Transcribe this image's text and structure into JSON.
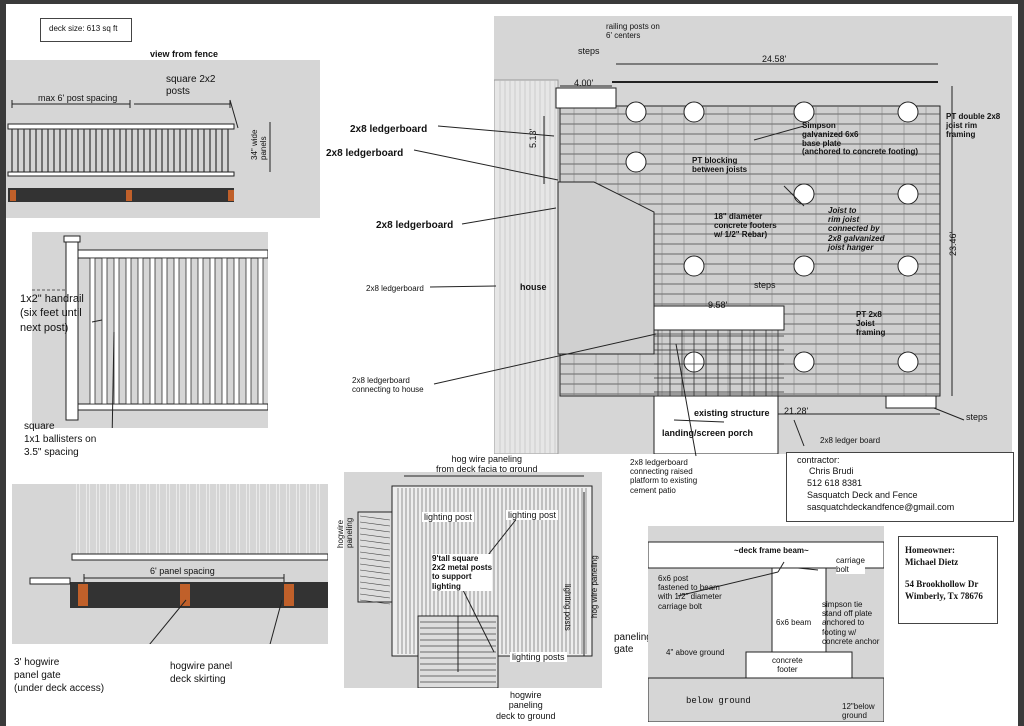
{
  "deck_size": "deck size: 613 sq ft",
  "fence": {
    "title": "view from fence",
    "post_spacing": "max 6' post spacing",
    "posts_label": "square 2x2\nposts",
    "panel_height": "34\" wide\npanels"
  },
  "handrail": {
    "label": "1x2\" handrail\n(six feet until\nnext post)",
    "ballisters": "square\n1x1 ballisters on\n3.5\" spacing"
  },
  "gate": {
    "spacing": "6' panel spacing",
    "gate_label": "3' hogwire\npanel gate\n(under deck access)",
    "skirting": "hogwire panel\ndeck skirting"
  },
  "plan": {
    "railing_posts": "railing posts on\n6' centers",
    "steps_top": "steps",
    "dim_400": "4.00'",
    "dim_2458": "24.58'",
    "dim_513": "5.13'",
    "dim_2346": "23.46'",
    "dim_958": "9.58'",
    "dim_2128": "21.28'",
    "pt_rim": "PT double 2x8\njoist rim\nframing",
    "simpson_plate": "Simpson\ngalvanized 6x6\nbase plate\n(anchored to concrete footing)",
    "pt_blocking": "PT blocking\nbetween joists",
    "footers": "18\" diameter\nconcrete footers\nw/ 1/2\" Rebar)",
    "joist_hanger": "Joist to\nrim joist\nconnected by\n2x8 galvanized\njoist hanger",
    "steps_mid": "steps",
    "pt_joist": "PT 2x8\nJoist\nframing",
    "house": "house",
    "existing": "existing structure",
    "landing": "landing/screen porch",
    "steps_right": "steps",
    "ledger_board": "2x8 ledger board"
  },
  "ledgers": {
    "l1": "2x8 ledgerboard",
    "l2": "2x8 ledgerboard",
    "l3": "2x8 ledgerboard",
    "l4": "2x8 ledgerboard",
    "l5": "2x8 ledgerboard\nconnecting to house",
    "raised": "2x8 ledgerboard\nconnecting raised\nplatform to existing\ncement patio"
  },
  "contractor": {
    "heading": "contractor:",
    "name": "Chris Brudi",
    "phone": "512 618 8381",
    "company": "Sasquatch Deck and Fence",
    "email": "sasquatchdeckandfence@gmail.com"
  },
  "homeowner": {
    "heading": "Homeowner:",
    "name": "Michael Dietz",
    "address1": "54 Brookhollow Dr",
    "address2": "Wimberly, Tx 78676"
  },
  "perspective": {
    "hog_top": "hog wire paneling\nfrom deck facia to ground",
    "hog_left": "hogwire\npaneling",
    "lighting_post_1": "lighting post",
    "lighting_post_2": "lighting post",
    "lighting_posts_side": "lighting posts",
    "hog_right": "hog wire paneling",
    "metal_posts": "9'tall square\n2x2 metal posts\nto support\nlighting",
    "lighting_posts_bottom": "lighting posts",
    "paneling_gate": "paneling\ngate",
    "hog_bottom": "hogwire\npaneling\ndeck to ground"
  },
  "beam": {
    "title": "~deck frame beam~",
    "carriage_bolt": "carriage\nbolt",
    "post": "6x6 post\nfastened to beam\nwith 1/2\" diameter\ncarriage bolt",
    "beam_6x6": "6x6 beam",
    "simpson_tie": "simpson tie\nstand off plate\nanchored to\nfooting w/\nconcrete anchor",
    "above_ground": "4\" above ground",
    "concrete": "concrete\nfooter",
    "below_ground": "below ground",
    "below_12": "12\"below\nground"
  }
}
